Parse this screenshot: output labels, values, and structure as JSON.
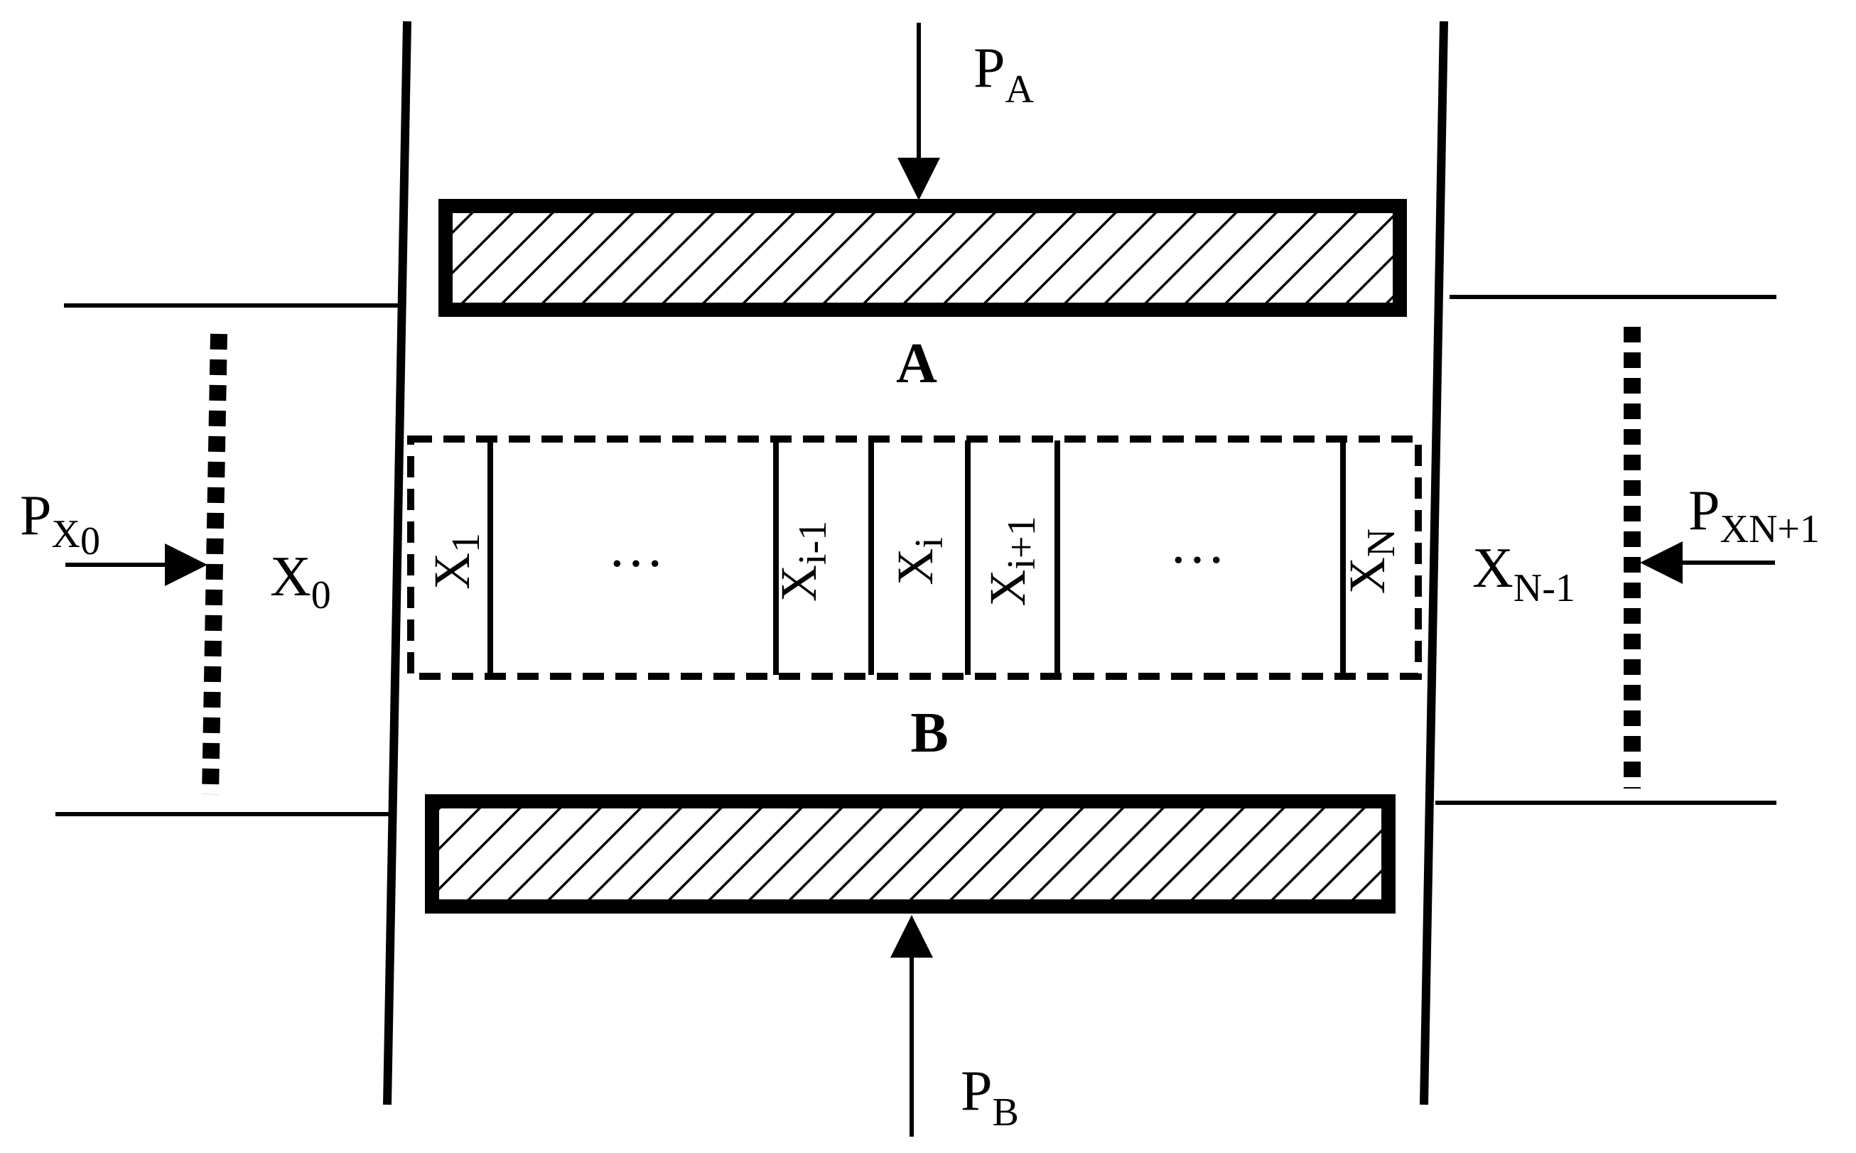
{
  "labels": {
    "force_top": {
      "main": "P",
      "sub": "A"
    },
    "force_bottom": {
      "main": "P",
      "sub": "B"
    },
    "force_left": {
      "main": "P",
      "sub": "X",
      "subsub": "0"
    },
    "force_right": {
      "main": "P",
      "sub": "X",
      "subsub": "N+1"
    },
    "region_a": "A",
    "region_b": "B",
    "region_x0": {
      "main": "X",
      "sub": "0"
    },
    "region_xn1": {
      "main": "X",
      "sub": "N-1"
    },
    "cell_x1": {
      "main": "X",
      "sub": "1"
    },
    "cell_xi_minus": {
      "main": "X",
      "sub": "i-1"
    },
    "cell_xi": {
      "main": "X",
      "sub": "i"
    },
    "cell_xi_plus": {
      "main": "X",
      "sub": "i+1"
    },
    "cell_xn": {
      "main": "X",
      "sub": "N"
    },
    "ellipsis": "···"
  },
  "colors": {
    "ink": "#000000",
    "paper": "#ffffff"
  }
}
